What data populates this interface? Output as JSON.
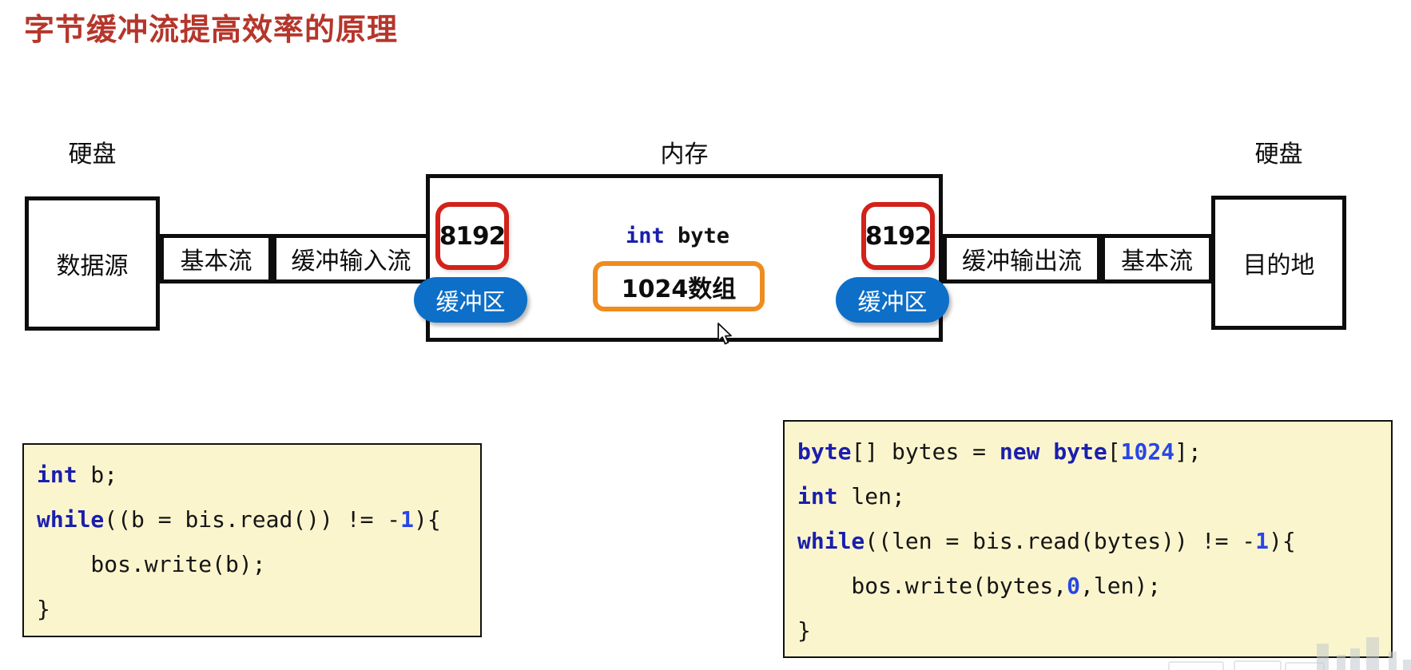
{
  "title": "字节缓冲流提高效率的原理",
  "diagram": {
    "zone_labels": {
      "disk_left": "硬盘",
      "memory": "内存",
      "disk_right": "硬盘"
    },
    "nodes": {
      "source": "数据源",
      "basic_stream_left": "基本流",
      "buffered_input_stream": "缓冲输入流",
      "buffered_output_stream": "缓冲输出流",
      "basic_stream_right": "基本流",
      "destination": "目的地"
    },
    "memory": {
      "buffer_size_left": "8192",
      "buffer_size_right": "8192",
      "buffer_label_left": "缓冲区",
      "buffer_label_right": "缓冲区",
      "var_keyword": "int",
      "var_name": "byte",
      "array_label": "1024数组"
    },
    "colors": {
      "title_red": "#B5362B",
      "badge_border_red": "#D2221A",
      "pill_blue": "#0D6FC8",
      "array_border_orange": "#EF8C1E",
      "code_background_yellow": "#FBF5CD",
      "keyword_blue": "#1A1FAE",
      "number_blue": "#2746E8",
      "line_black": "#0D0D0D"
    }
  },
  "code_left": {
    "lines": [
      [
        {
          "t": "int",
          "c": "kw"
        },
        {
          "t": " b;",
          "c": "pl"
        }
      ],
      [
        {
          "t": "while",
          "c": "kw"
        },
        {
          "t": "((b = bis.read()) != -",
          "c": "pl"
        },
        {
          "t": "1",
          "c": "num"
        },
        {
          "t": "){",
          "c": "pl"
        }
      ],
      [
        {
          "t": "    bos.write(b);",
          "c": "pl"
        }
      ],
      [
        {
          "t": "}",
          "c": "pl"
        }
      ]
    ]
  },
  "code_right": {
    "lines": [
      [
        {
          "t": "byte",
          "c": "kw"
        },
        {
          "t": "[] bytes = ",
          "c": "pl"
        },
        {
          "t": "new",
          "c": "kw"
        },
        {
          "t": " ",
          "c": "pl"
        },
        {
          "t": "byte",
          "c": "kw"
        },
        {
          "t": "[",
          "c": "pl"
        },
        {
          "t": "1024",
          "c": "num"
        },
        {
          "t": "];",
          "c": "pl"
        }
      ],
      [
        {
          "t": "int",
          "c": "kw"
        },
        {
          "t": " len;",
          "c": "pl"
        }
      ],
      [
        {
          "t": "while",
          "c": "kw"
        },
        {
          "t": "((len = bis.read(bytes)) != -",
          "c": "pl"
        },
        {
          "t": "1",
          "c": "num"
        },
        {
          "t": "){",
          "c": "pl"
        }
      ],
      [
        {
          "t": "    bos.write(bytes,",
          "c": "pl"
        },
        {
          "t": "0",
          "c": "num"
        },
        {
          "t": ",len);",
          "c": "pl"
        }
      ],
      [
        {
          "t": "}",
          "c": "pl"
        }
      ]
    ]
  }
}
